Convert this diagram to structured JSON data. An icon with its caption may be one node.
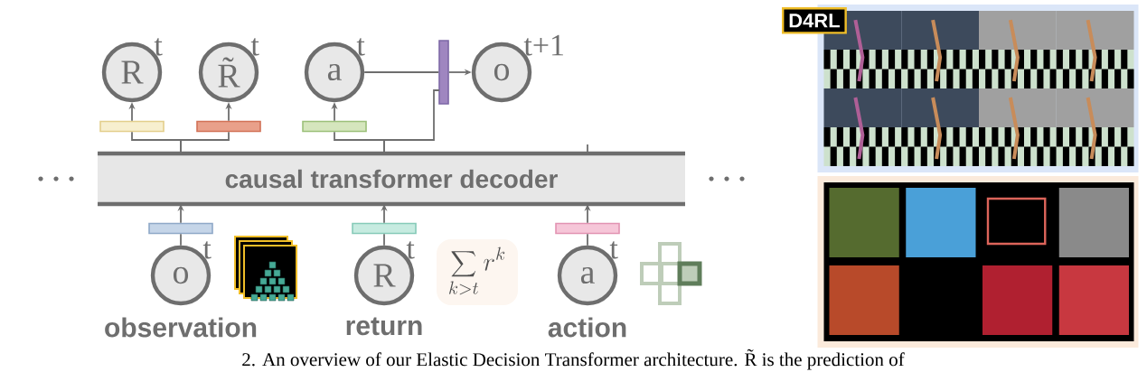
{
  "diagram": {
    "caption": "2. An overview of our Elastic Decision Transformer architecture. R̃ is the prediction of",
    "nodes": [
      {
        "text": [
          "R"
        ],
        "beside": [
          "t"
        ]
      },
      {
        "text": [
          "R̃"
        ],
        "beside": [
          "t"
        ]
      },
      {
        "text": [
          "a"
        ],
        "beside": [
          "t"
        ]
      },
      {
        "text": [
          "o"
        ],
        "beside": [
          "t+1"
        ]
      },
      {
        "text": [],
        "shape": "bar"
      },
      {
        "text": [],
        "shape": "bar"
      },
      {
        "text": [],
        "shape": "bar"
      },
      {
        "text": [],
        "shape": "bar"
      },
      {
        "text": [
          "causal transformer decoder"
        ]
      },
      {
        "text": [],
        "shape": "bar"
      },
      {
        "text": [],
        "shape": "bar"
      },
      {
        "text": [],
        "shape": "bar"
      },
      {
        "text": [
          "o"
        ],
        "beside": [
          "t",
          "observation"
        ]
      },
      {
        "text": [
          "R"
        ],
        "beside": [
          "t",
          "return"
        ]
      },
      {
        "text": [
          "a"
        ],
        "beside": [
          "t",
          "action"
        ]
      },
      {
        "text": [
          "D4RL"
        ]
      },
      {
        "text": [],
        "shape": "picture"
      }
    ],
    "edges": [
      {
        "from": 8,
        "to": 5,
        "arrow": "none"
      },
      {
        "from": 8,
        "to": 6,
        "arrow": "none"
      },
      {
        "from": 5,
        "to": 0,
        "arrow": "to"
      },
      {
        "from": 6,
        "to": 1,
        "arrow": "to"
      },
      {
        "from": 8,
        "to": 7,
        "arrow": "none"
      },
      {
        "from": 7,
        "to": 2,
        "arrow": "to"
      },
      {
        "from": 8,
        "to": 4,
        "arrow": "none"
      },
      {
        "from": 2,
        "to": 4,
        "arrow": "none"
      },
      {
        "from": 4,
        "to": 3,
        "arrow": "to"
      },
      {
        "from": 8,
        "to": null,
        "arrow": "none"
      },
      {
        "from": 12,
        "to": 9,
        "arrow": "none"
      },
      {
        "from": 9,
        "to": 8,
        "arrow": "to"
      },
      {
        "from": 13,
        "to": 10,
        "arrow": "none"
      },
      {
        "from": 10,
        "to": 8,
        "arrow": "to"
      },
      {
        "from": 14,
        "to": 11,
        "arrow": "none"
      },
      {
        "from": 11,
        "to": 8,
        "arrow": "to"
      }
    ],
    "labels": [
      "\\sum_{k>t} r^{k}"
    ]
  }
}
